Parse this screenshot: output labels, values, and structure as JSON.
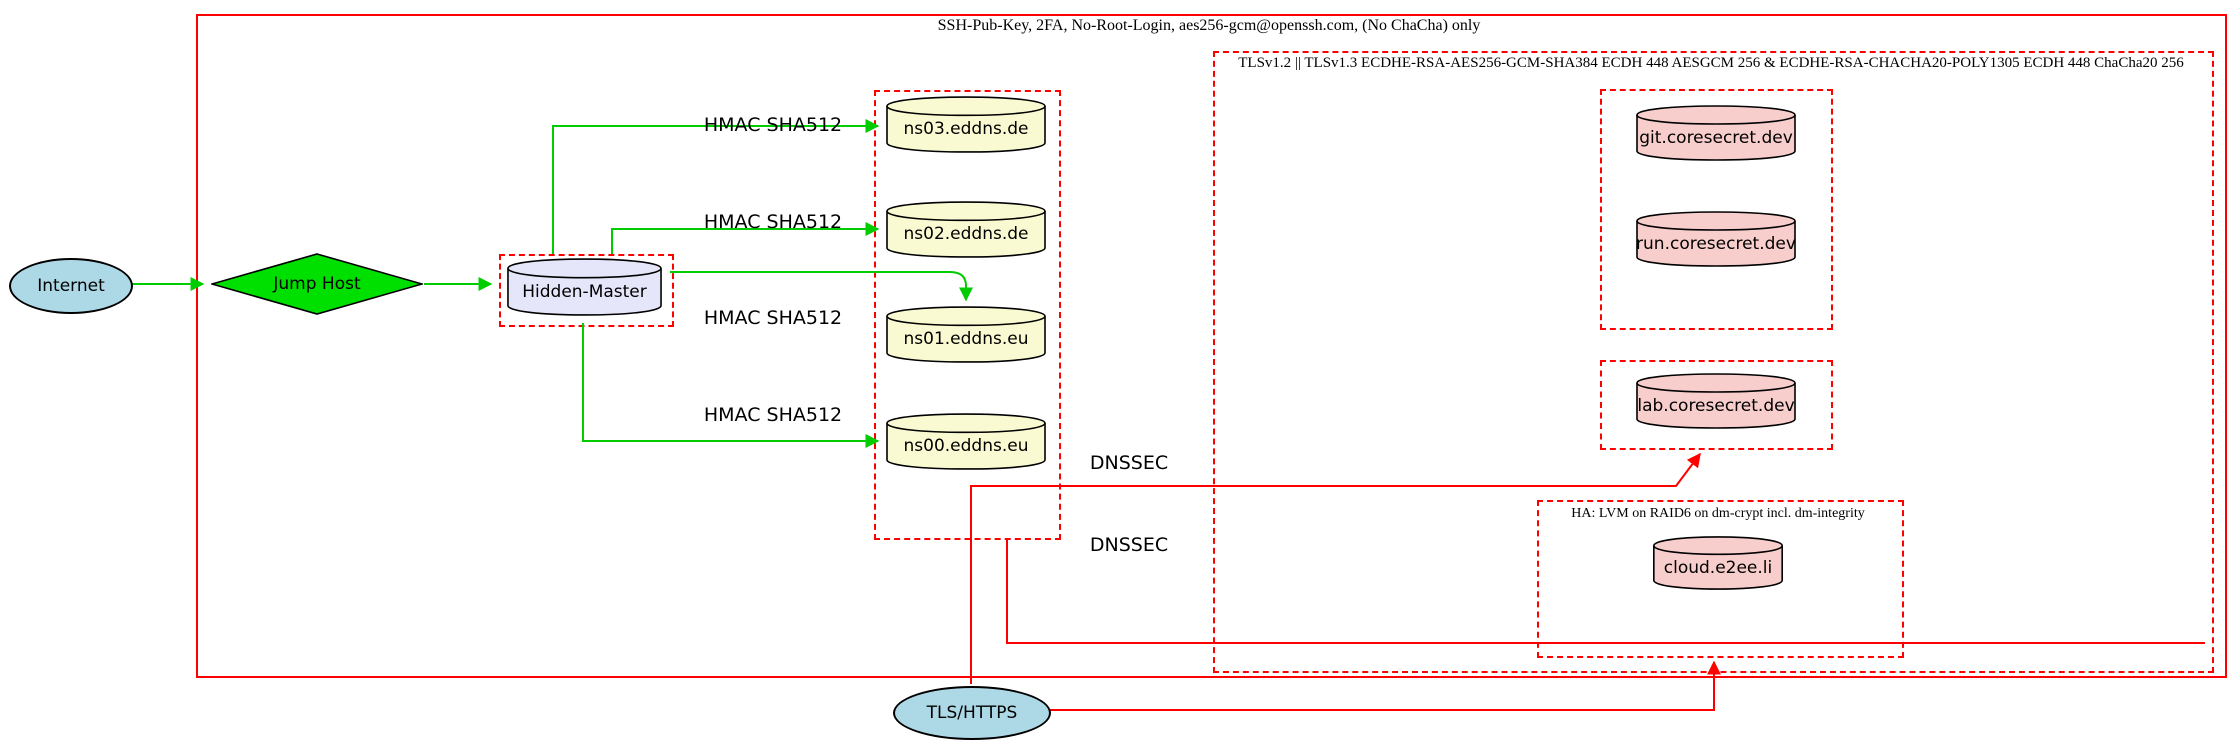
{
  "clusters": {
    "ssh": {
      "label": "SSH-Pub-Key, 2FA, No-Root-Login, aes256-gcm@openssh.com, (No ChaCha) only"
    },
    "tls": {
      "label": "TLSv1.2 || TLSv1.3 ECDHE-RSA-AES256-GCM-SHA384 ECDH 448 AESGCM 256 & ECDHE-RSA-CHACHA20-POLY1305 ECDH 448 ChaCha20 256"
    },
    "ha": {
      "label": "HA: LVM on RAID6 on dm-crypt incl. dm-integrity"
    }
  },
  "nodes": {
    "internet": {
      "label": "Internet",
      "shape": "ellipse",
      "fill": "#add8e6"
    },
    "jump_host": {
      "label": "Jump Host",
      "shape": "diamond",
      "fill": "#00e000"
    },
    "hidden_master": {
      "label": "Hidden-Master",
      "shape": "cylinder",
      "fill": "#e6e6fa"
    },
    "ns03": {
      "label": "ns03.eddns.de",
      "shape": "cylinder",
      "fill": "#fafad2"
    },
    "ns02": {
      "label": "ns02.eddns.de",
      "shape": "cylinder",
      "fill": "#fafad2"
    },
    "ns01": {
      "label": "ns01.eddns.eu",
      "shape": "cylinder",
      "fill": "#fafad2"
    },
    "ns00": {
      "label": "ns00.eddns.eu",
      "shape": "cylinder",
      "fill": "#fafad2"
    },
    "git": {
      "label": "git.coresecret.dev",
      "shape": "cylinder",
      "fill": "#f8cecc"
    },
    "run": {
      "label": "run.coresecret.dev",
      "shape": "cylinder",
      "fill": "#f8cecc"
    },
    "lab": {
      "label": "lab.coresecret.dev",
      "shape": "cylinder",
      "fill": "#f8cecc"
    },
    "cloud": {
      "label": "cloud.e2ee.li",
      "shape": "cylinder",
      "fill": "#f8cecc"
    },
    "tls_https": {
      "label": "TLS/HTTPS",
      "shape": "ellipse",
      "fill": "#add8e6"
    }
  },
  "edge_labels": {
    "hmac": "HMAC SHA512",
    "dnssec": "DNSSEC"
  },
  "edges": [
    {
      "from": "Internet",
      "to": "Jump Host",
      "color": "#00cc00",
      "label": ""
    },
    {
      "from": "Jump Host",
      "to": "Hidden-Master",
      "color": "#00cc00",
      "label": ""
    },
    {
      "from": "Hidden-Master",
      "to": "ns03.eddns.de",
      "color": "#00cc00",
      "label": "HMAC SHA512"
    },
    {
      "from": "Hidden-Master",
      "to": "ns02.eddns.de",
      "color": "#00cc00",
      "label": "HMAC SHA512"
    },
    {
      "from": "Hidden-Master",
      "to": "ns01.eddns.eu",
      "color": "#00cc00",
      "label": "HMAC SHA512"
    },
    {
      "from": "Hidden-Master",
      "to": "ns00.eddns.eu",
      "color": "#00cc00",
      "label": "HMAC SHA512"
    },
    {
      "from": "TLS/HTTPS",
      "to": "coresecret cluster",
      "color": "#ff0000",
      "label": "DNSSEC"
    },
    {
      "from": "eddns cluster",
      "to": "TLS cluster",
      "color": "#ff0000",
      "label": "DNSSEC"
    },
    {
      "from": "TLS/HTTPS",
      "to": "HA cluster",
      "color": "#ff0000",
      "label": ""
    }
  ],
  "colors": {
    "edge_green": "#00cc00",
    "edge_red": "#ff0000",
    "cluster_border": "#ff0000",
    "node_blue": "#add8e6",
    "node_green": "#00e000",
    "node_lavender": "#e6e6fa",
    "node_yellow": "#fafad2",
    "node_pink": "#f8cecc",
    "text": "#000000"
  }
}
